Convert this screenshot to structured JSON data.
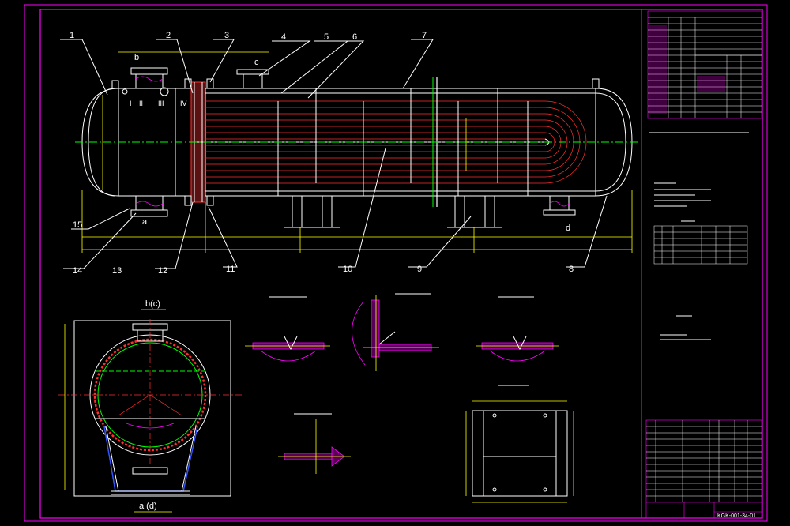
{
  "callouts_top": [
    "1",
    "2",
    "3",
    "4",
    "5",
    "6",
    "7"
  ],
  "callouts_bottom": [
    "15",
    "14",
    "13",
    "12",
    "11",
    "10",
    "9",
    "8"
  ],
  "nozzle_letters": {
    "b": "b",
    "c": "c",
    "a": "a",
    "d": "d"
  },
  "roman": [
    "I",
    "II",
    "III",
    "IV"
  ],
  "section_top": "b(c)",
  "section_bottom": "a (d)",
  "title_block": {
    "drawing_number": "KGK-001-34-01"
  },
  "colors": {
    "frame": "#ff00ff",
    "outline": "#ffffff",
    "dimension": "#ffff00",
    "tubes": "#ff3030",
    "centerline": "#00ff00",
    "support": "#3355ff"
  }
}
